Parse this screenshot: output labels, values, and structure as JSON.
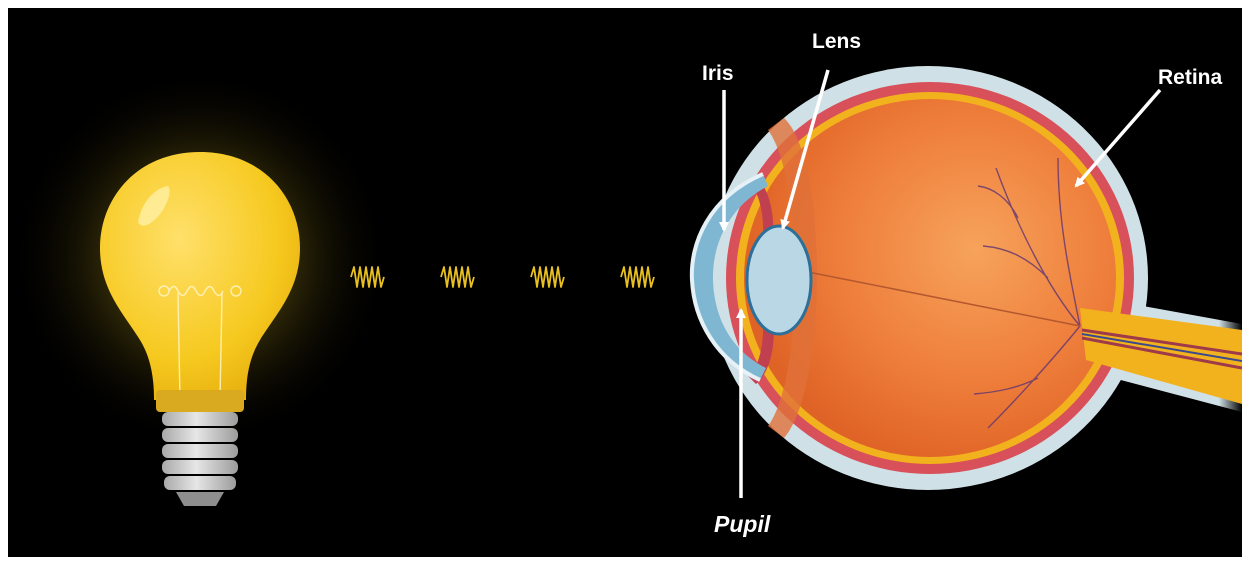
{
  "labels": {
    "iris": "Iris",
    "lens": "Lens",
    "retina": "Retina",
    "pupil": "Pupil"
  },
  "colors": {
    "background": "#000000",
    "bulb_glass": "#f8cf2a",
    "bulb_glow": "#f2d64a",
    "bulb_base": "#c9c9c9",
    "light_wave": "#e8c020",
    "sclera": "#cfe0e6",
    "choroid": "#d8505a",
    "retina_layer": "#f2b21e",
    "vitreous": "#f07c3a",
    "lens": "#b9d7e4",
    "cornea": "#7fb7d2",
    "label_text": "#ffffff"
  },
  "icons": {
    "bulb": "light-bulb-icon",
    "wave": "light-wave-icon",
    "eye": "eye-anatomy-icon"
  }
}
